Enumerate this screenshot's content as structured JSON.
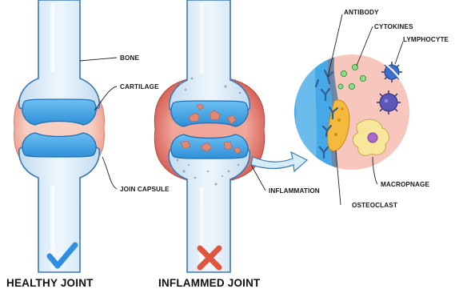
{
  "healthy": {
    "title": "HEALTHY JOINT",
    "labels": {
      "bone": "BONE",
      "cartilage": "CARTILAGE",
      "capsule": "JOIN CAPSULE"
    },
    "status_icon": "check-icon"
  },
  "inflamed": {
    "title": "INFLAMMED JOINT",
    "labels": {
      "inflammation": "INFLAMMATION"
    },
    "status_icon": "cross-icon"
  },
  "zoom": {
    "labels": {
      "antibody": "ANTIBODY",
      "cytokines": "CYTOKINES",
      "lymphocyte": "LYMPHOCYTE",
      "macrophage": "MACROPNAGE",
      "osteoclast": "OSTEOCLAST"
    }
  },
  "colors": {
    "bone_fill": "#d6e8f5",
    "bone_stroke": "#3a78b5",
    "cartilage": "#4aa6e6",
    "capsule": "#f2b0a0",
    "inflamed_capsule": "#de6a5e",
    "zoom_bg": "#f7c7bd",
    "antibody": "#4b7fb7",
    "cytokine": "#7fcf7f",
    "lymphocyte": "#3b6fd0",
    "macrophage": "#f6e79a",
    "osteoclast": "#f5b93d",
    "check": "#2f8ee0",
    "cross": "#e0553f"
  }
}
